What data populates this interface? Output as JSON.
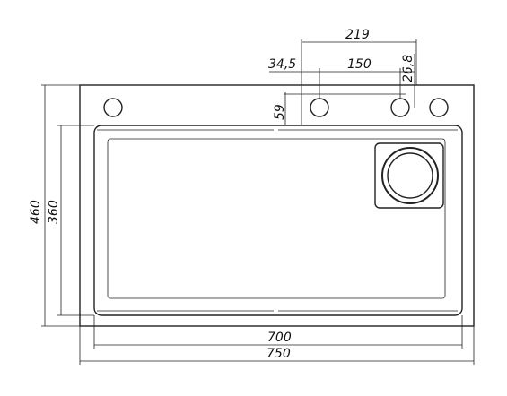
{
  "drawing": {
    "dimensions": {
      "top_span": "219",
      "top_offset": "34,5",
      "hole_spacing": "150",
      "hole_offset": "26,8",
      "hole_from_edge": "59",
      "overall_height": "460",
      "inner_height": "360",
      "inner_width": "700",
      "overall_width": "750"
    }
  }
}
